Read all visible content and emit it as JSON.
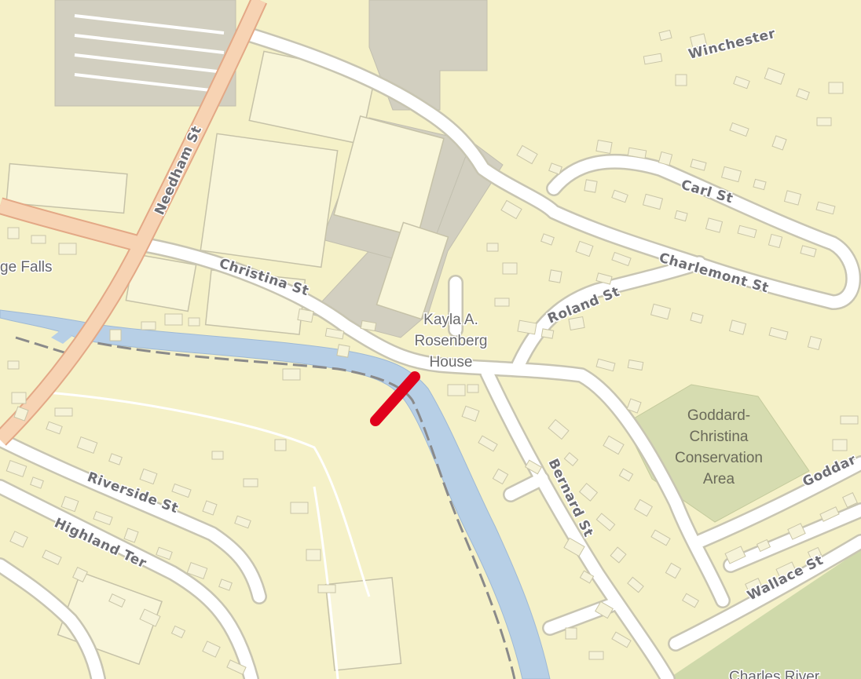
{
  "colors": {
    "land": "#f5f1c8",
    "road_fill": "#ffffff",
    "road_casing": "#c8c5b2",
    "major_road": "#f7d3b3",
    "major_road_casing": "#e3a886",
    "water": "#b7cfe6",
    "park": "#d6dcb0",
    "river_park": "#cfd9aa",
    "parking": "#d2cfc0",
    "building": "#f6f3d8",
    "boundary_line": "#8a8a8a",
    "highlight": "#e0001b"
  },
  "streets": {
    "needham": "Needham St",
    "christina": "Christina St",
    "winchester": "Winchester",
    "carl": "Carl St",
    "charlemont": "Charlemont St",
    "roland": "Roland St",
    "bernard": "Bernard St",
    "riverside": "Riverside St",
    "highland": "Highland Ter",
    "wallace": "Wallace St",
    "goddard": "Goddar"
  },
  "places": {
    "falls": "ge Falls",
    "charles_river": "Charles River"
  },
  "poi": {
    "line1": "Kayla A.",
    "line2": "Rosenberg",
    "line3": "House"
  },
  "conservation": {
    "line1": "Goddard-",
    "line2": "Christina",
    "line3": "Conservation",
    "line4": "Area"
  },
  "highlight_marker": {
    "icon": "bridge-highlight-segment",
    "color": "#e0001b"
  }
}
